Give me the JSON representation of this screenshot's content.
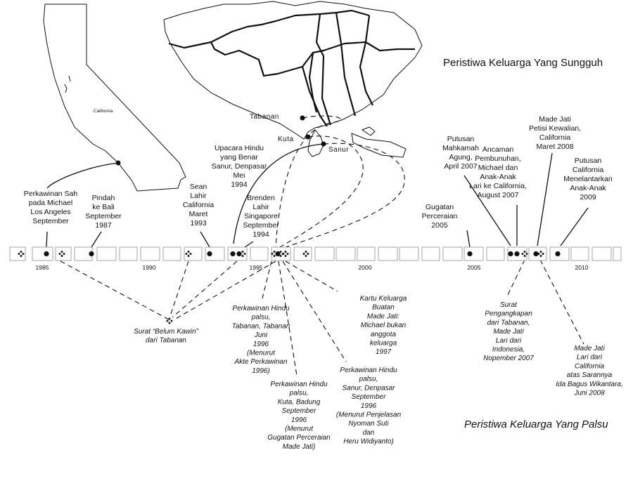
{
  "title_true": "Peristiwa Keluarga Yang Sungguh",
  "title_false": "Peristiwa Keluarga Yang Palsu",
  "california_label": "California",
  "places": {
    "tabanan": "Tabanan",
    "kuta": "Kuta",
    "sanur": "Sanur"
  },
  "years": [
    "1985",
    "1990",
    "1995",
    "2000",
    "2005",
    "2010"
  ],
  "true_events": [
    [
      "Perkawinan Sah",
      "pada Michael",
      "Los Angeles",
      "September"
    ],
    [
      "Pindah",
      "ke Bali",
      "September",
      "1987"
    ],
    [
      "Sean",
      "Lahir",
      "California",
      "Maret",
      "1993"
    ],
    [
      "Upacara Hindu",
      "yang Benar",
      "Sanur, Denpasar",
      "Mei",
      "1994"
    ],
    [
      "Brenden",
      "Lahir",
      "Singapore",
      "September",
      "1994"
    ],
    [
      "Gugatan",
      "Perceraian",
      "2005"
    ],
    [
      "Putusan",
      "Mahkamah",
      "Agung,",
      "April 2007"
    ],
    [
      "Ancaman",
      "Pembunuhan,",
      "Michael dan",
      "Anak-Anak",
      "Lari ke California,",
      "August 2007"
    ],
    [
      "Made Jati",
      "Petisi Kewalian,",
      "California",
      "Maret 2008"
    ],
    [
      "Putusan",
      "California",
      "Menelantarkan",
      "Anak-Anak",
      "2009"
    ]
  ],
  "false_events": [
    [
      "Surat “Belum Kawin”",
      "dari Tabanan"
    ],
    [
      "Perkawinan Hindu",
      "palsu,",
      "Tabanan, Tabanan",
      "Juni",
      "1996",
      "(Menurut",
      "Akte Perkawinan",
      "1996)"
    ],
    [
      "Perkawinan Hindu",
      "palsu,",
      "Kuta, Badung",
      "September",
      "1996",
      "(Menurut",
      "Gugatan Perceraian",
      "Made Jati)"
    ],
    [
      "Perkawinan Hindu",
      "palsu,",
      "Sanur, Denpasar",
      "September",
      "1996",
      "(Menurut Penjelasan",
      "Nyoman Suti",
      "dan",
      "Heru Widiyanto)"
    ],
    [
      "Kartu Keluarga",
      "Buatan",
      "Made Jati:",
      "Michael bukan",
      "anggota",
      "keluarga",
      "1997"
    ],
    [
      "Surat",
      "Pengangkapan",
      "dari Tabanan,",
      "Made Jati",
      "Lari dari",
      "Indonesia,",
      "Nopember 2007"
    ],
    [
      "Made Jati",
      "Lari dari",
      "California",
      "atas Sarannya",
      "Ida Bagus Wikantara,",
      "Juni 2008"
    ]
  ],
  "icons": {
    "true_marker": "filled-circle",
    "false_marker": "four-diamond-cluster"
  }
}
